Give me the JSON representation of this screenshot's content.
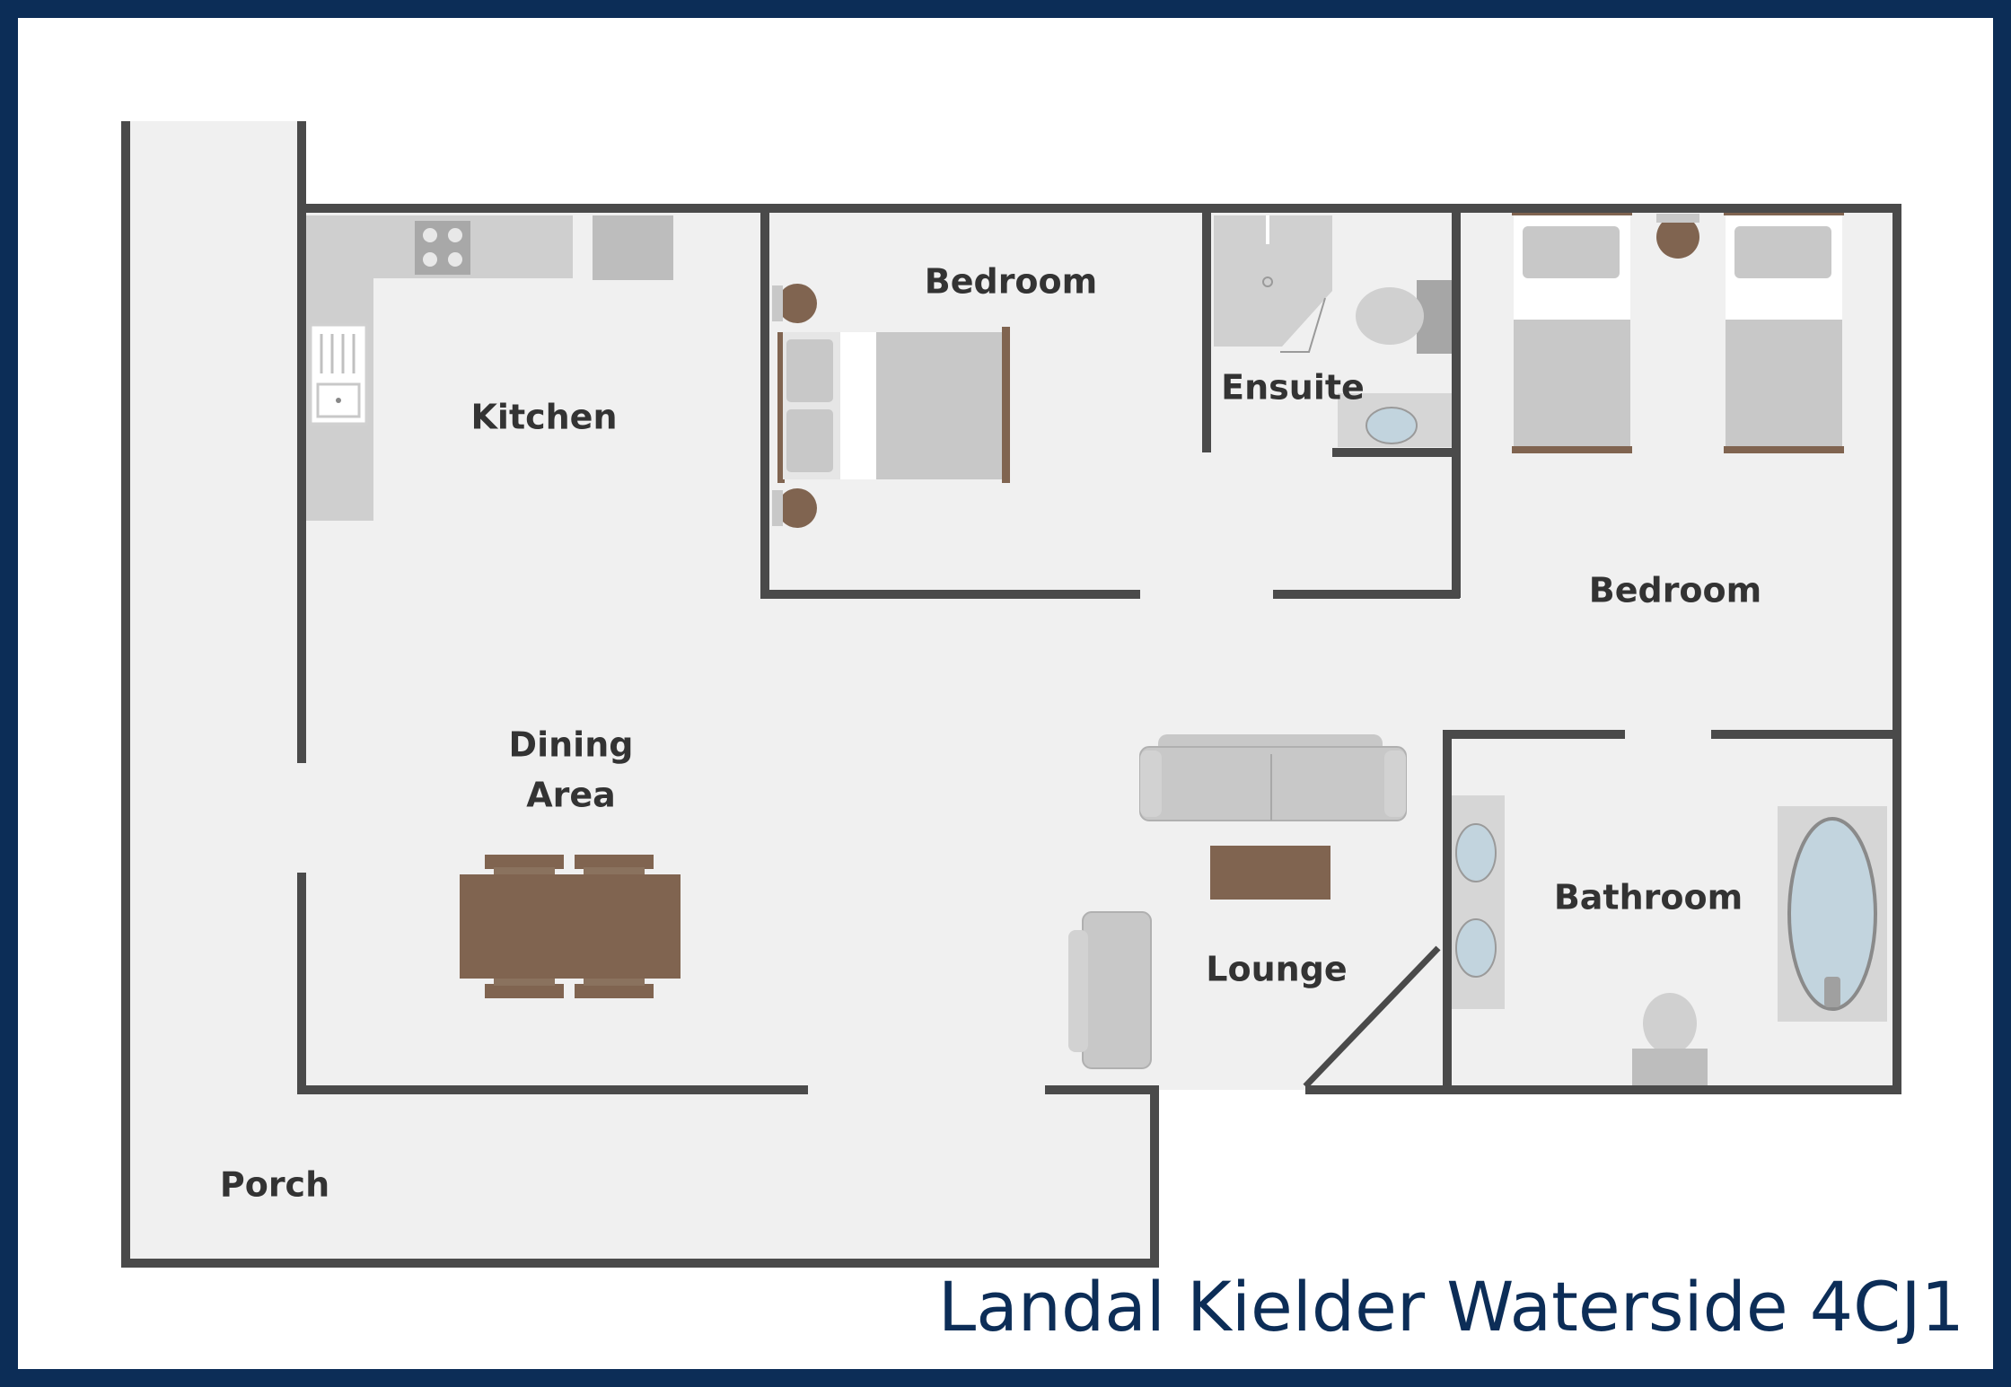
{
  "rooms": {
    "kitchen": "Kitchen",
    "bedroom_master": "Bedroom",
    "ensuite": "Ensuite",
    "bedroom_twin": "Bedroom",
    "dining_line1": "Dining",
    "dining_line2": "Area",
    "lounge": "Lounge",
    "bathroom": "Bathroom",
    "porch": "Porch"
  },
  "footer": {
    "title": "Landal Kielder Waterside 4CJ1"
  },
  "colors": {
    "frame": "#0c2d57",
    "wall": "#4a4a4a",
    "floor": "#f0f0f0",
    "fixture": "#c8c8c8",
    "wood": "#806450",
    "water": "#c2d4de"
  }
}
